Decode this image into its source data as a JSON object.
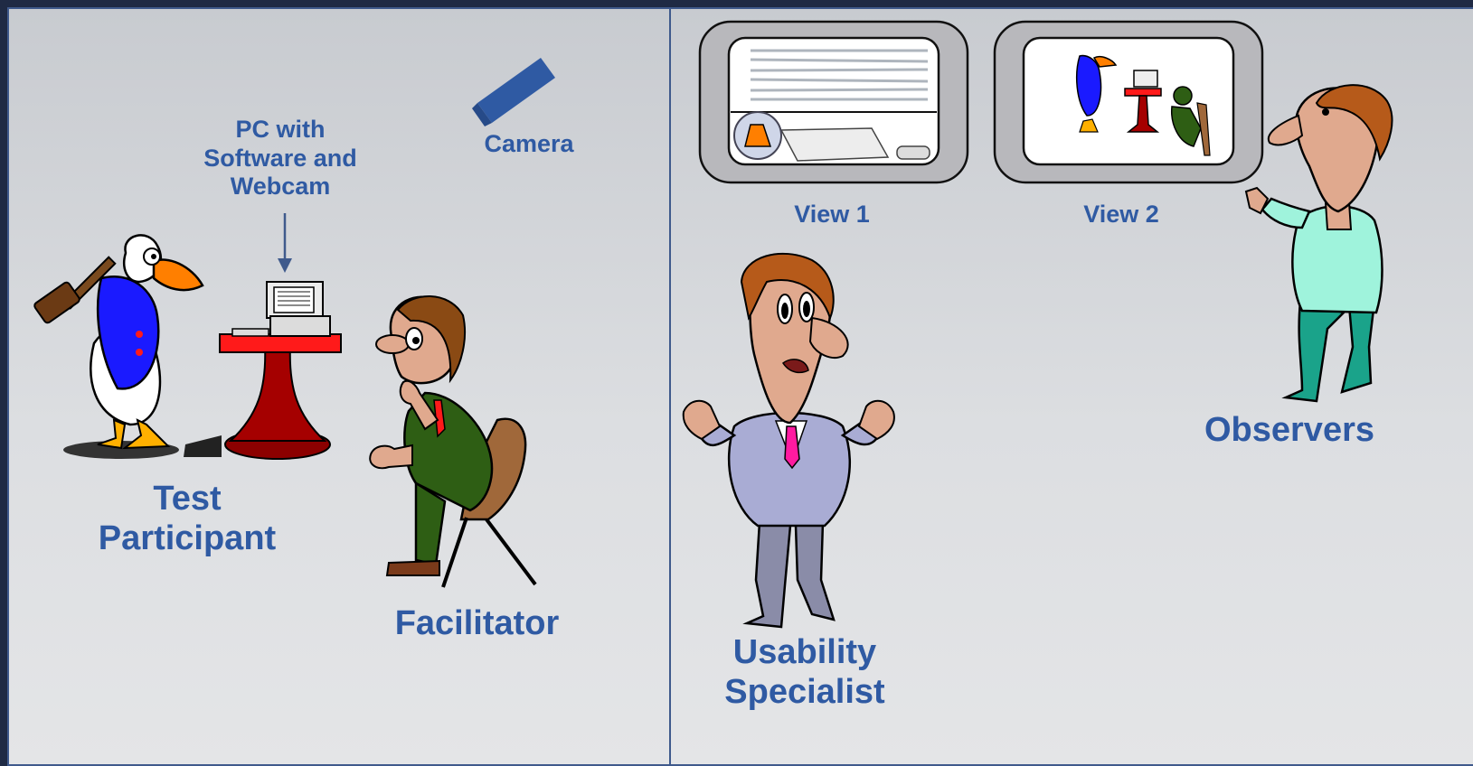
{
  "labels": {
    "pc": [
      "PC with",
      "Software and",
      "Webcam"
    ],
    "camera": "Camera",
    "test_participant": [
      "Test",
      "Participant"
    ],
    "facilitator": "Facilitator",
    "view1": "View 1",
    "view2": "View 2",
    "usability_specialist": [
      "Usability",
      "Specialist"
    ],
    "observers": "Observers"
  },
  "colors": {
    "label_text": "#2f5aa3",
    "border": "#3f5a8c",
    "table_top": "#ff1a1a",
    "table_base": "#a50000",
    "duck_jacket": "#1a1aff",
    "duck_beak": "#ff7f00",
    "facilitator_suit": "#2e5e14",
    "specialist_suit": "#a9acd4",
    "observer_shirt": "#9ff3dc",
    "observer_pants": "#1aa38a",
    "skin": "#e0a98e",
    "hair": "#b65a1a"
  }
}
